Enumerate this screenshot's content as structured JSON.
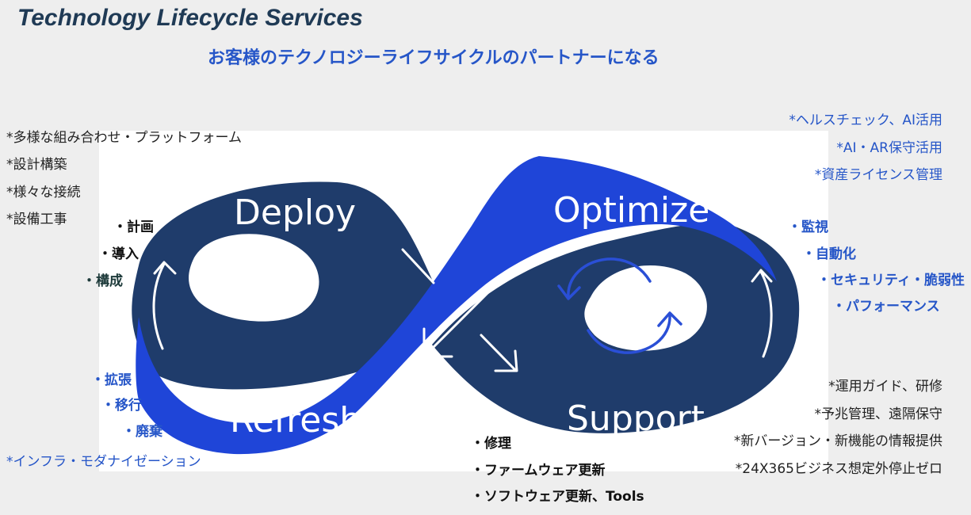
{
  "title": "Technology Lifecycle Services",
  "subtitle": "お客様のテクノロジーライフサイクルのパートナーになる",
  "phases": {
    "deploy": "Deploy",
    "optimize": "Optimize",
    "refresh": "Refresh",
    "support": "Support"
  },
  "deploy_notes": [
    "*多様な組み合わせ・プラットフォーム",
    "*設計構築",
    "*様々な接続",
    "*設備工事"
  ],
  "deploy_steps": [
    "・計画",
    "・導入",
    "・構成"
  ],
  "refresh_steps": [
    "・拡張",
    "・移行",
    "・廃棄"
  ],
  "refresh_note": "*インフラ・モダナイゼーション",
  "optimize_notes": [
    "*ヘルスチェック、AI活用",
    "*AI・AR保守活用",
    "*資産ライセンス管理"
  ],
  "optimize_steps": [
    "・監視",
    "・自動化",
    "・セキュリティ・脆弱性",
    "・パフォーマンス"
  ],
  "support_steps": [
    "・修理",
    "・ファームウェア更新",
    "・ソフトウェア更新、Tools"
  ],
  "support_notes": [
    "*運用ガイド、研修",
    "*予兆管理、遠隔保守",
    "*新バージョン・新機能の情報提供",
    "*24X365ビジネス想定外停止ゼロ"
  ],
  "colors": {
    "navy": "#1f3c6b",
    "blue": "#1f45d8",
    "title": "#1f3a55",
    "accent": "#2656c8"
  }
}
